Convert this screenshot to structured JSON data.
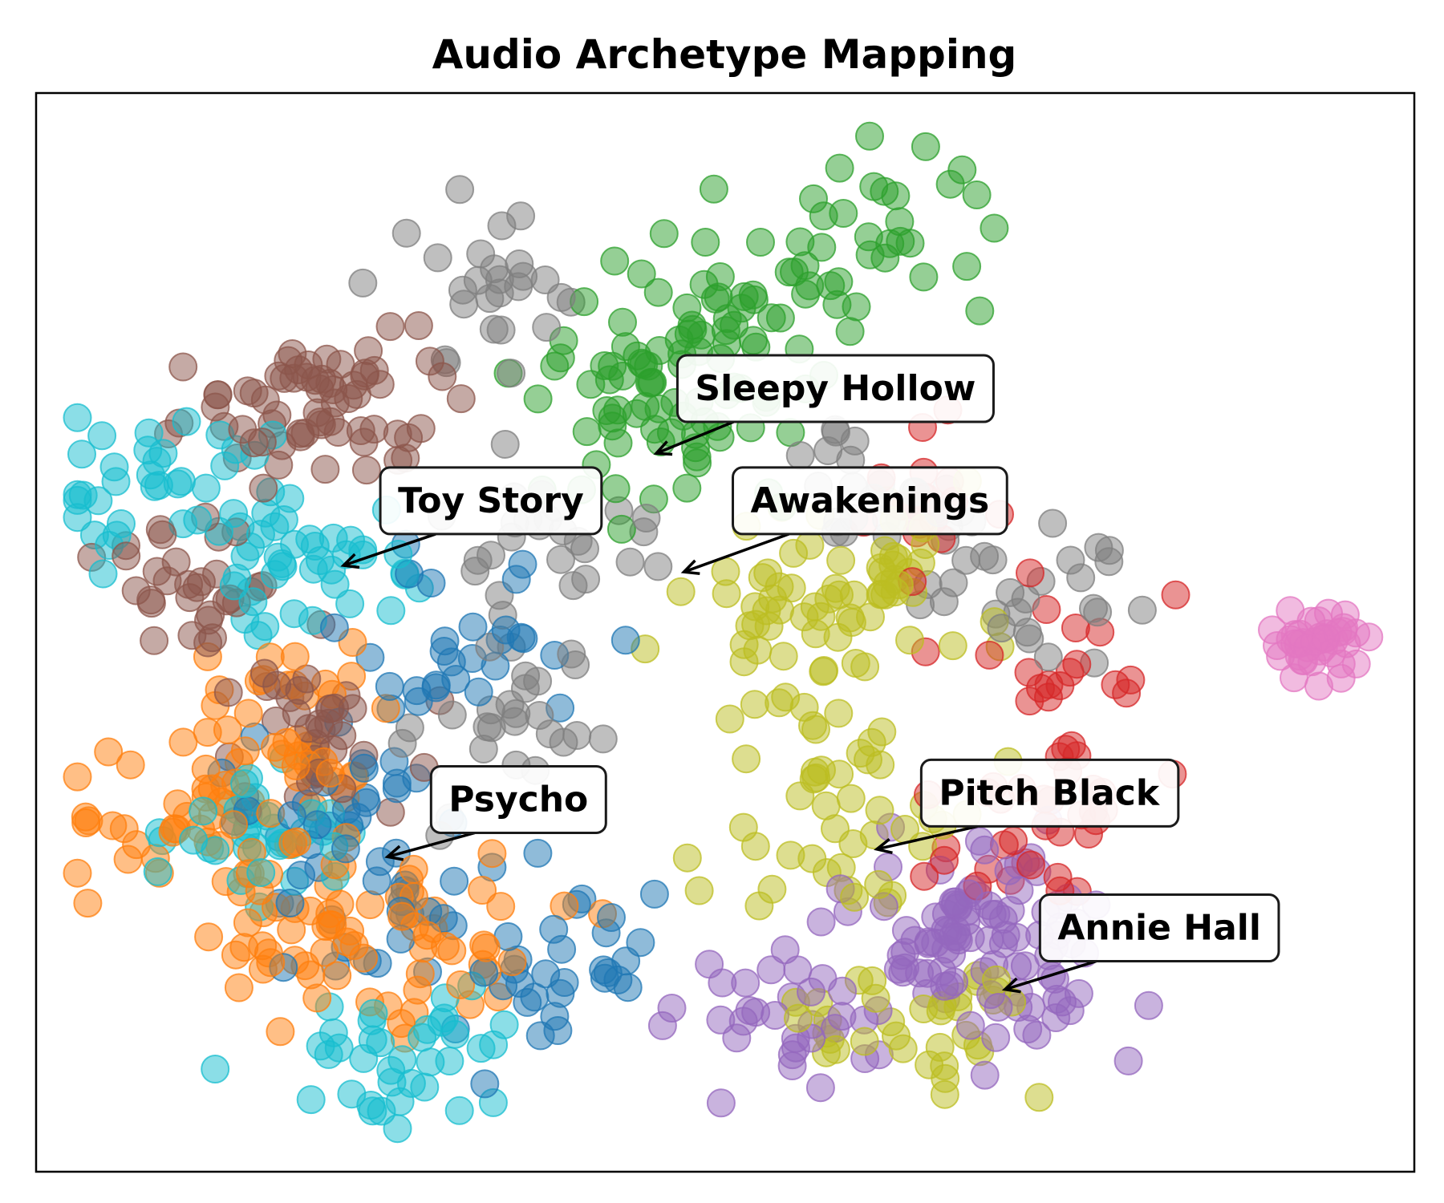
{
  "chart_data": {
    "type": "scatter",
    "title": "Audio Archetype Mapping",
    "xlabel": "",
    "ylabel": "",
    "xlim": [
      0,
      100
    ],
    "ylim": [
      0,
      100
    ],
    "grid": false,
    "ticks": false,
    "marker_alpha": 0.5,
    "clusters": [
      {
        "color": "#8c564b",
        "centers": [
          [
            17,
            70
          ],
          [
            20,
            40
          ],
          [
            13,
            54
          ],
          [
            23,
            72
          ]
        ],
        "count": 130,
        "spread": 3.5
      },
      {
        "color": "#17becf",
        "centers": [
          [
            9,
            64
          ],
          [
            20,
            57
          ],
          [
            17,
            32
          ],
          [
            26,
            10
          ]
        ],
        "count": 150,
        "spread": 4.0
      },
      {
        "color": "#ff7f0e",
        "centers": [
          [
            18,
            41
          ],
          [
            10,
            33
          ],
          [
            18,
            23
          ],
          [
            28,
            20
          ]
        ],
        "count": 150,
        "spread": 4.5
      },
      {
        "color": "#1f77b4",
        "centers": [
          [
            31,
            49
          ],
          [
            28,
            24
          ],
          [
            38,
            18
          ],
          [
            20,
            34
          ]
        ],
        "count": 110,
        "spread": 4.5
      },
      {
        "color": "#7f7f7f",
        "centers": [
          [
            34,
            42
          ],
          [
            33,
            81
          ],
          [
            38,
            58
          ],
          [
            61,
            61
          ],
          [
            72,
            53
          ]
        ],
        "count": 130,
        "spread": 4.0
      },
      {
        "color": "#2ca02c",
        "centers": [
          [
            48,
            69
          ],
          [
            50,
            79
          ],
          [
            60,
            88
          ],
          [
            44,
            73
          ]
        ],
        "count": 130,
        "spread": 4.5
      },
      {
        "color": "#bcbd22",
        "centers": [
          [
            55,
            49
          ],
          [
            61,
            56
          ],
          [
            60,
            34
          ],
          [
            63,
            15
          ]
        ],
        "count": 150,
        "spread": 5.0
      },
      {
        "color": "#d62728",
        "centers": [
          [
            74,
            48
          ],
          [
            72,
            30
          ],
          [
            65,
            62
          ],
          [
            76,
            35
          ]
        ],
        "count": 70,
        "spread": 3.5
      },
      {
        "color": "#9467bd",
        "centers": [
          [
            66,
            25
          ],
          [
            69,
            20
          ],
          [
            72,
            19
          ],
          [
            55,
            13
          ]
        ],
        "count": 130,
        "spread": 4.0
      },
      {
        "color": "#e377c2",
        "centers": [
          [
            93,
            49
          ]
        ],
        "count": 40,
        "spread": 1.8
      }
    ],
    "annotations": [
      {
        "text": "Sleepy Hollow",
        "point": [
          45,
          66.6
        ],
        "label": [
          58,
          72.6
        ]
      },
      {
        "text": "Toy Story",
        "point": [
          22.3,
          56.2
        ],
        "label": [
          33,
          62.2
        ]
      },
      {
        "text": "Awakenings",
        "point": [
          47,
          55.6
        ],
        "label": [
          60.5,
          62.2
        ]
      },
      {
        "text": "Psycho",
        "point": [
          25.5,
          29.2
        ],
        "label": [
          35,
          34.5
        ]
      },
      {
        "text": "Pitch Black",
        "point": [
          61,
          29.9
        ],
        "label": [
          73.5,
          35.1
        ]
      },
      {
        "text": "Annie Hall",
        "point": [
          70.3,
          16.9
        ],
        "label": [
          81.5,
          22.6
        ]
      }
    ]
  }
}
